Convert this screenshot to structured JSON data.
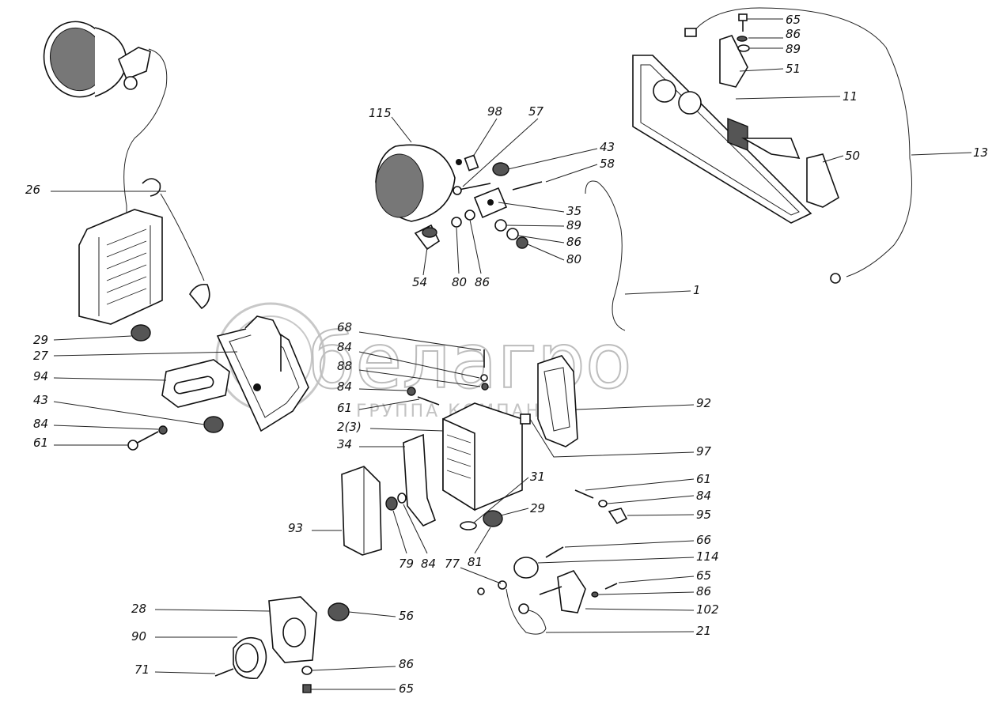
{
  "watermark": {
    "brand": "белагро",
    "subtitle": "ГРУППА КОМПАНИЙ"
  },
  "callouts": [
    {
      "id": "c65a",
      "text": "65"
    },
    {
      "id": "c86a",
      "text": "86"
    },
    {
      "id": "c89a",
      "text": "89"
    },
    {
      "id": "c51",
      "text": "51"
    },
    {
      "id": "c11",
      "text": "11"
    },
    {
      "id": "c13",
      "text": "13"
    },
    {
      "id": "c50",
      "text": "50"
    },
    {
      "id": "c115",
      "text": "115"
    },
    {
      "id": "c98",
      "text": "98"
    },
    {
      "id": "c57",
      "text": "57"
    },
    {
      "id": "c43a",
      "text": "43"
    },
    {
      "id": "c58",
      "text": "58"
    },
    {
      "id": "c35",
      "text": "35"
    },
    {
      "id": "c89b",
      "text": "89"
    },
    {
      "id": "c86b",
      "text": "86"
    },
    {
      "id": "c80a",
      "text": "80"
    },
    {
      "id": "c54",
      "text": "54"
    },
    {
      "id": "c80b",
      "text": "80"
    },
    {
      "id": "c86c",
      "text": "86"
    },
    {
      "id": "c1",
      "text": "1"
    },
    {
      "id": "c26",
      "text": "26"
    },
    {
      "id": "c29a",
      "text": "29"
    },
    {
      "id": "c27",
      "text": "27"
    },
    {
      "id": "c94",
      "text": "94"
    },
    {
      "id": "c43b",
      "text": "43"
    },
    {
      "id": "c84a",
      "text": "84"
    },
    {
      "id": "c61a",
      "text": "61"
    },
    {
      "id": "c68",
      "text": "68"
    },
    {
      "id": "c84b",
      "text": "84"
    },
    {
      "id": "c88",
      "text": "88"
    },
    {
      "id": "c84c",
      "text": "84"
    },
    {
      "id": "c61b",
      "text": "61"
    },
    {
      "id": "c2_3",
      "text": "2(3)"
    },
    {
      "id": "c34",
      "text": "34"
    },
    {
      "id": "c92",
      "text": "92"
    },
    {
      "id": "c97",
      "text": "97"
    },
    {
      "id": "c31",
      "text": "31"
    },
    {
      "id": "c29b",
      "text": "29"
    },
    {
      "id": "c93",
      "text": "93"
    },
    {
      "id": "c79",
      "text": "79"
    },
    {
      "id": "c84d",
      "text": "84"
    },
    {
      "id": "c81",
      "text": "81"
    },
    {
      "id": "c77",
      "text": "77"
    },
    {
      "id": "c61c",
      "text": "61"
    },
    {
      "id": "c84e",
      "text": "84"
    },
    {
      "id": "c95",
      "text": "95"
    },
    {
      "id": "c66",
      "text": "66"
    },
    {
      "id": "c114",
      "text": "114"
    },
    {
      "id": "c65b",
      "text": "65"
    },
    {
      "id": "c86d",
      "text": "86"
    },
    {
      "id": "c102",
      "text": "102"
    },
    {
      "id": "c21",
      "text": "21"
    },
    {
      "id": "c28",
      "text": "28"
    },
    {
      "id": "c90",
      "text": "90"
    },
    {
      "id": "c71",
      "text": "71"
    },
    {
      "id": "c56",
      "text": "56"
    },
    {
      "id": "c86e",
      "text": "86"
    },
    {
      "id": "c65c",
      "text": "65"
    }
  ]
}
